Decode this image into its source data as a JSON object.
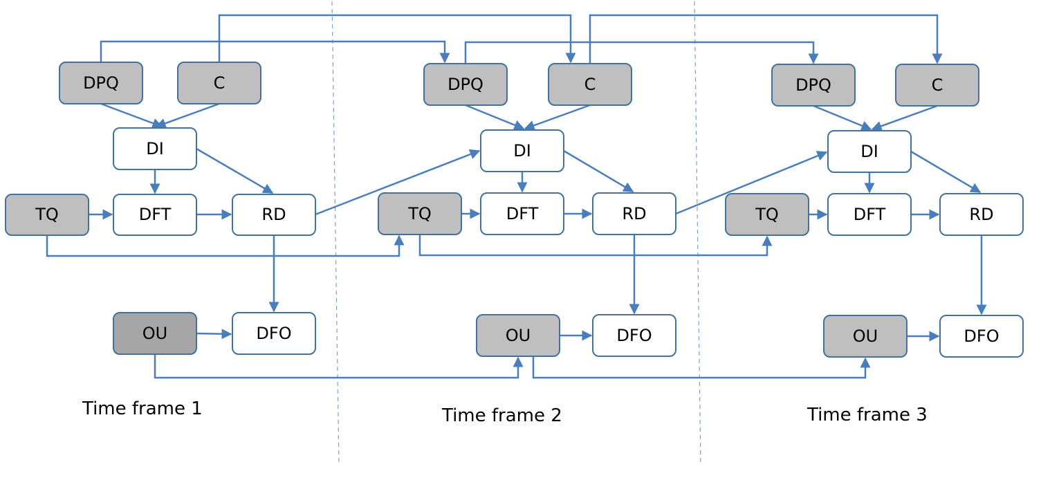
{
  "colors": {
    "node_border": "#41719c",
    "edge": "#4a7ebb",
    "shaded_fill": "#bfbfbf",
    "dark_fill": "#a6a6a6",
    "white_fill": "#ffffff",
    "divider": "#7f9fc8"
  },
  "frames": [
    {
      "label": "Time frame 1",
      "nodes": {
        "DPQ": {
          "label": "DPQ",
          "style": "shaded"
        },
        "C": {
          "label": "C",
          "style": "shaded"
        },
        "DI": {
          "label": "DI",
          "style": "white"
        },
        "TQ": {
          "label": "TQ",
          "style": "shaded"
        },
        "DFT": {
          "label": "DFT",
          "style": "white"
        },
        "RD": {
          "label": "RD",
          "style": "white"
        },
        "OU": {
          "label": "OU",
          "style": "dark"
        },
        "DFO": {
          "label": "DFO",
          "style": "white"
        }
      }
    },
    {
      "label": "Time frame 2",
      "nodes": {
        "DPQ": {
          "label": "DPQ",
          "style": "shaded"
        },
        "C": {
          "label": "C",
          "style": "shaded"
        },
        "DI": {
          "label": "DI",
          "style": "white"
        },
        "TQ": {
          "label": "TQ",
          "style": "shaded"
        },
        "DFT": {
          "label": "DFT",
          "style": "white"
        },
        "RD": {
          "label": "RD",
          "style": "white"
        },
        "OU": {
          "label": "OU",
          "style": "shaded"
        },
        "DFO": {
          "label": "DFO",
          "style": "white"
        }
      }
    },
    {
      "label": "Time frame 3",
      "nodes": {
        "DPQ": {
          "label": "DPQ",
          "style": "shaded"
        },
        "C": {
          "label": "C",
          "style": "shaded"
        },
        "DI": {
          "label": "DI",
          "style": "white"
        },
        "TQ": {
          "label": "TQ",
          "style": "shaded"
        },
        "DFT": {
          "label": "DFT",
          "style": "white"
        },
        "RD": {
          "label": "RD",
          "style": "white"
        },
        "OU": {
          "label": "OU",
          "style": "shaded"
        },
        "DFO": {
          "label": "DFO",
          "style": "white"
        }
      }
    }
  ],
  "edges": [
    {
      "from": "DPQ",
      "to": "DI",
      "scope": "within"
    },
    {
      "from": "C",
      "to": "DI",
      "scope": "within"
    },
    {
      "from": "DI",
      "to": "DFT",
      "scope": "within"
    },
    {
      "from": "DI",
      "to": "RD",
      "scope": "within"
    },
    {
      "from": "TQ",
      "to": "DFT",
      "scope": "within"
    },
    {
      "from": "DFT",
      "to": "RD",
      "scope": "within"
    },
    {
      "from": "RD",
      "to": "DFO",
      "scope": "within"
    },
    {
      "from": "OU",
      "to": "DFO",
      "scope": "within"
    },
    {
      "from": "DPQ",
      "to": "DPQ",
      "scope": "next-frame"
    },
    {
      "from": "C",
      "to": "C",
      "scope": "next-frame"
    },
    {
      "from": "RD",
      "to": "DI",
      "scope": "next-frame"
    },
    {
      "from": "TQ",
      "to": "TQ",
      "scope": "next-frame"
    },
    {
      "from": "OU",
      "to": "OU",
      "scope": "next-frame"
    }
  ]
}
